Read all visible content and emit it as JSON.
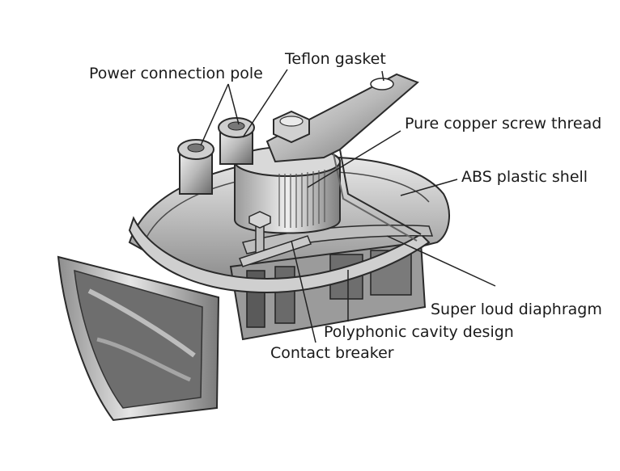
{
  "diagram": {
    "subject": "electric horn cutaway illustration",
    "labels": {
      "power_connection_pole": "Power connection pole",
      "teflon_gasket": "Teflon gasket",
      "pure_copper_screw_thread": "Pure copper screw thread",
      "abs_plastic_shell": "ABS plastic shell",
      "super_loud_diaphragm": "Super loud diaphragm",
      "polyphonic_cavity_design": "Polyphonic cavity design",
      "contact_breaker": "Contact breaker"
    },
    "colors": {
      "label_text": "#1a1a1a",
      "leader_line": "#222222",
      "metal_light": "#d6d6d6",
      "metal_mid": "#a8a8a8",
      "metal_dark": "#555555",
      "outline": "#2a2a2a"
    }
  }
}
